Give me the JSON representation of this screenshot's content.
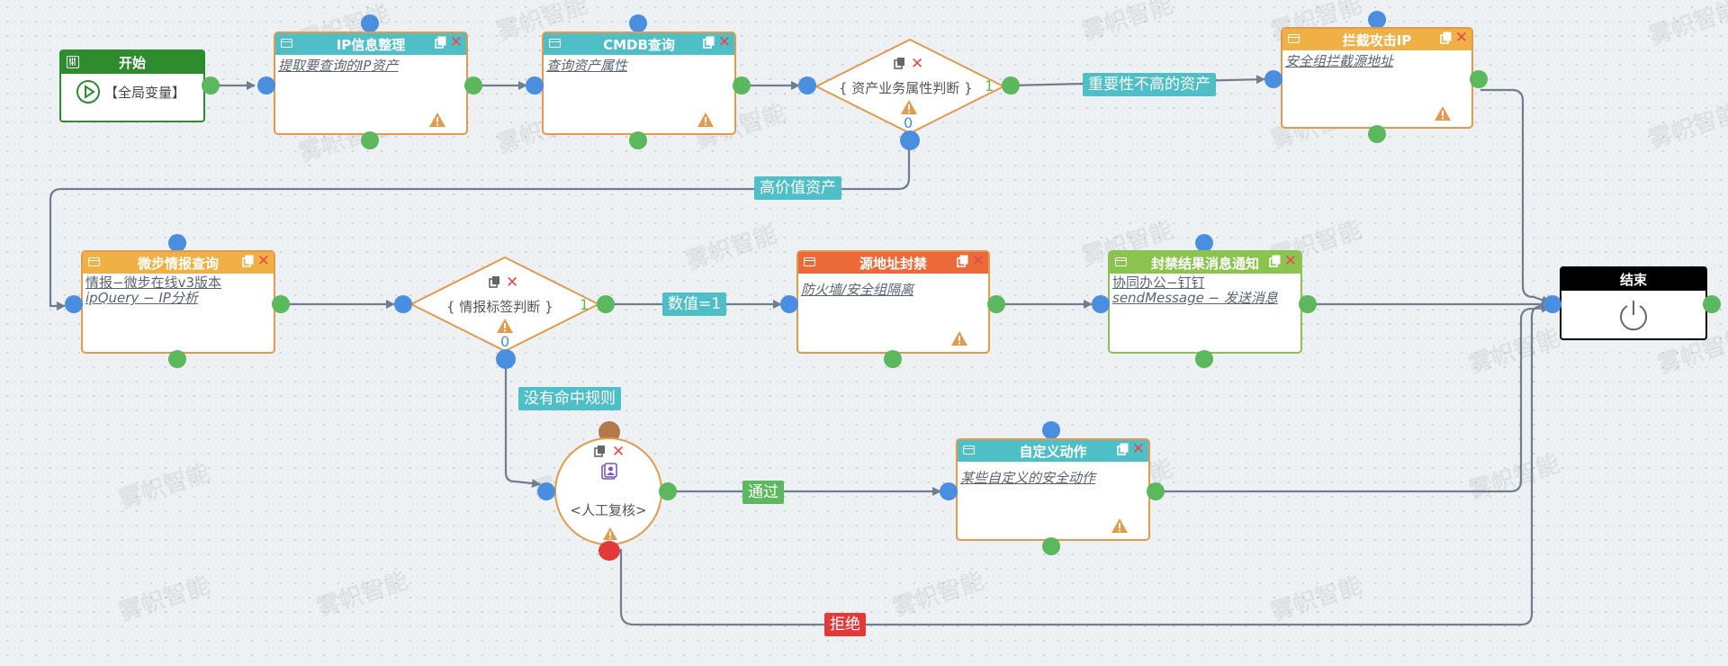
{
  "colors": {
    "teal": "#4fbfc7",
    "orange_header": "#efb045",
    "red_header": "#ea6a3a",
    "green_header": "#8ac44e",
    "start_green": "#2e8b2e",
    "edge": "#6f7e8d",
    "edge_label_teal": "#4fbfc7",
    "edge_label_green": "#5bb85c",
    "edge_label_red": "#e23a3a"
  },
  "watermark": "雾帜智能",
  "start": {
    "title": "开始",
    "body": "【全局变量】"
  },
  "end": {
    "title": "结束"
  },
  "nodes": {
    "ip": {
      "title": "IP信息整理",
      "body": "提取要查询的IP资产"
    },
    "cmdb": {
      "title": "CMDB查询",
      "body": "查询资产属性"
    },
    "block": {
      "title": "拦截攻击IP",
      "body": "安全组拦截源地址"
    },
    "weibu": {
      "title": "微步情报查询",
      "body_line1": "情报−微步在线v3版本",
      "body_line2": "ipQuery − IP分析"
    },
    "src": {
      "title": "源地址封禁",
      "body": "防火墙/安全组隔离"
    },
    "notify": {
      "title": "封禁结果消息通知",
      "body_line1": "协同办公−钉钉",
      "body_line2": "sendMessage − 发送消息"
    },
    "custom": {
      "title": "自定义动作",
      "body": "某些自定义的安全动作"
    }
  },
  "decisions": {
    "asset": {
      "label": "{ 资产业务属性判断 }",
      "true_port": "1",
      "false_port": "0"
    },
    "intel": {
      "label": "{ 情报标签判断 }",
      "true_port": "1",
      "false_port": "0"
    }
  },
  "manual": {
    "label": "<人工复核>"
  },
  "edge_labels": {
    "low_value": "重要性不高的资产",
    "high_value": "高价值资产",
    "value_eq": "数值=1",
    "no_hit": "没有命中规则",
    "pass": "通过",
    "reject": "拒绝"
  }
}
